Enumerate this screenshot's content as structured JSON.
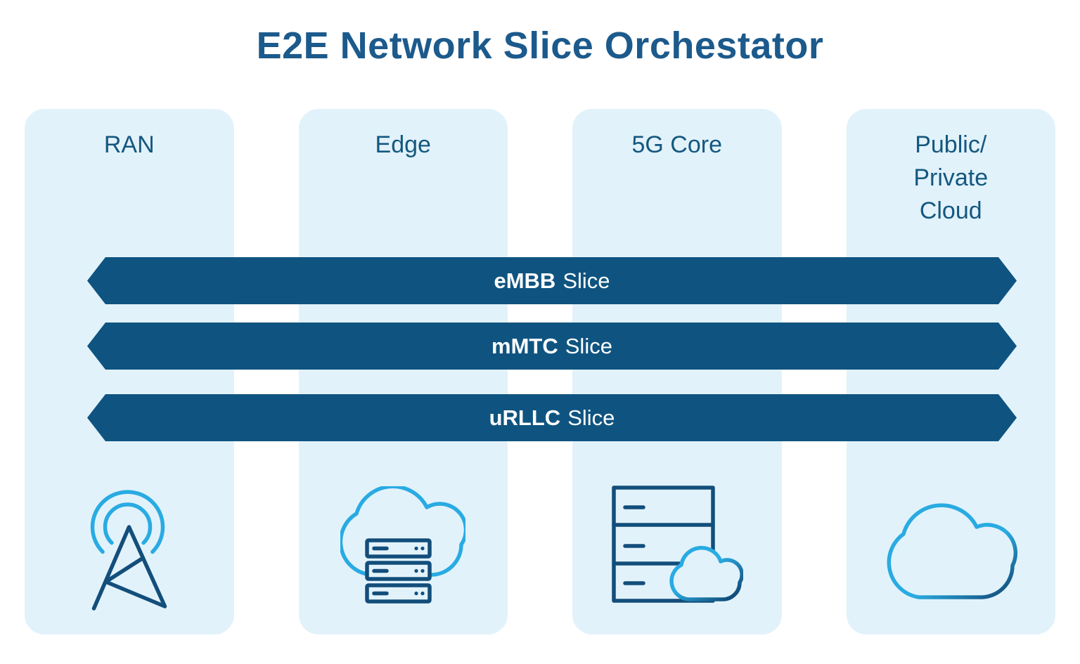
{
  "title": "E2E Network Slice Orchestator",
  "columns": [
    {
      "label": "RAN",
      "icon": "radio-tower-icon"
    },
    {
      "label": "Edge",
      "icon": "cloud-servers-icon"
    },
    {
      "label": "5G Core",
      "icon": "server-rack-cloud-icon"
    },
    {
      "label": "Public/\nPrivate\nCloud",
      "icon": "cloud-icon"
    }
  ],
  "slices": [
    {
      "name": "eMBB",
      "type_suffix": "Slice"
    },
    {
      "name": "mMTC",
      "type_suffix": "Slice"
    },
    {
      "name": "uRLLC",
      "type_suffix": "Slice"
    }
  ],
  "colors": {
    "title_text": "#1c5a8c",
    "column_bg": "#e2f2fb",
    "column_text": "#14587f",
    "slice_bar_bg": "#0f5480",
    "slice_text": "#ffffff",
    "icon_stroke_dark": "#134e7b",
    "icon_stroke_bright": "#29abe2"
  }
}
